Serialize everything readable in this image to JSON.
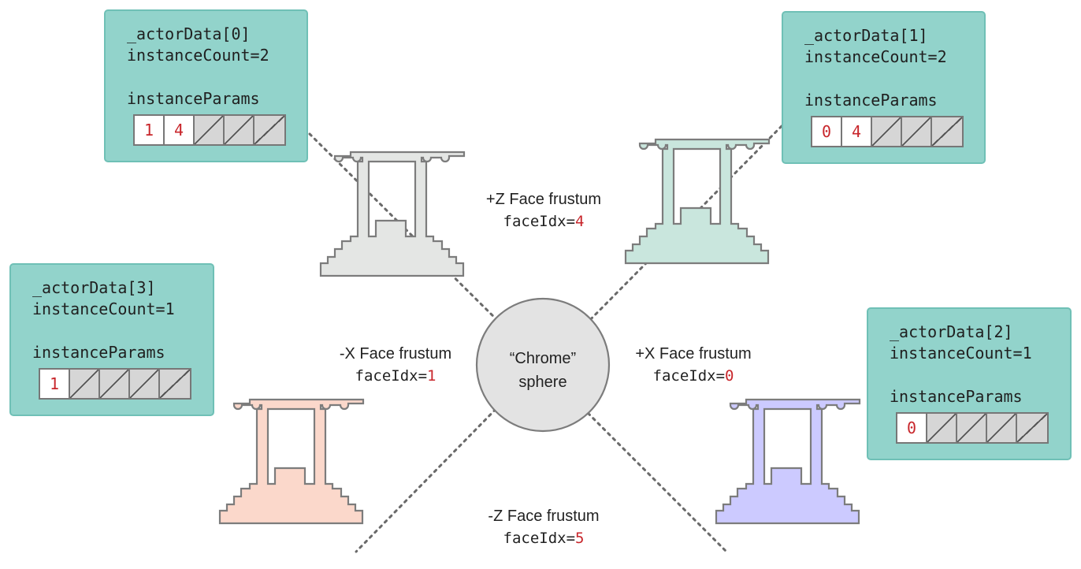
{
  "actors": [
    {
      "id": "actor-0",
      "title": "_actorData[0]",
      "count_label": "instanceCount=2",
      "params_label": "instanceParams",
      "params": [
        "1",
        "4",
        "",
        "",
        ""
      ]
    },
    {
      "id": "actor-1",
      "title": "_actorData[1]",
      "count_label": "instanceCount=2",
      "params_label": "instanceParams",
      "params": [
        "0",
        "4",
        "",
        "",
        ""
      ]
    },
    {
      "id": "actor-3",
      "title": "_actorData[3]",
      "count_label": "instanceCount=1",
      "params_label": "instanceParams",
      "params": [
        "1",
        "",
        "",
        "",
        ""
      ]
    },
    {
      "id": "actor-2",
      "title": "_actorData[2]",
      "count_label": "instanceCount=1",
      "params_label": "instanceParams",
      "params": [
        "0",
        "",
        "",
        "",
        ""
      ]
    }
  ],
  "frustums": {
    "pz": {
      "name": "+Z Face frustum",
      "idx_label": "faceIdx=",
      "idx": "4"
    },
    "nx": {
      "name": "-X Face frustum",
      "idx_label": "faceIdx=",
      "idx": "1"
    },
    "px": {
      "name": "+X Face frustum",
      "idx_label": "faceIdx=",
      "idx": "0"
    },
    "nz": {
      "name": "-Z Face frustum",
      "idx_label": "faceIdx=",
      "idx": "5"
    }
  },
  "sphere": {
    "line1": "“Chrome”",
    "line2": "sphere"
  },
  "colors": {
    "box_fill": "#92d3cb",
    "box_border": "#6fc0b6",
    "index_red": "#c8262b",
    "temple_gray": "#e4e6e4",
    "temple_green": "#c9e6dd",
    "temple_pink": "#fbd8cb",
    "temple_blue": "#cccaff",
    "sphere_fill": "#e3e3e3"
  },
  "icons": {
    "temples": "greek-temple-icon"
  }
}
